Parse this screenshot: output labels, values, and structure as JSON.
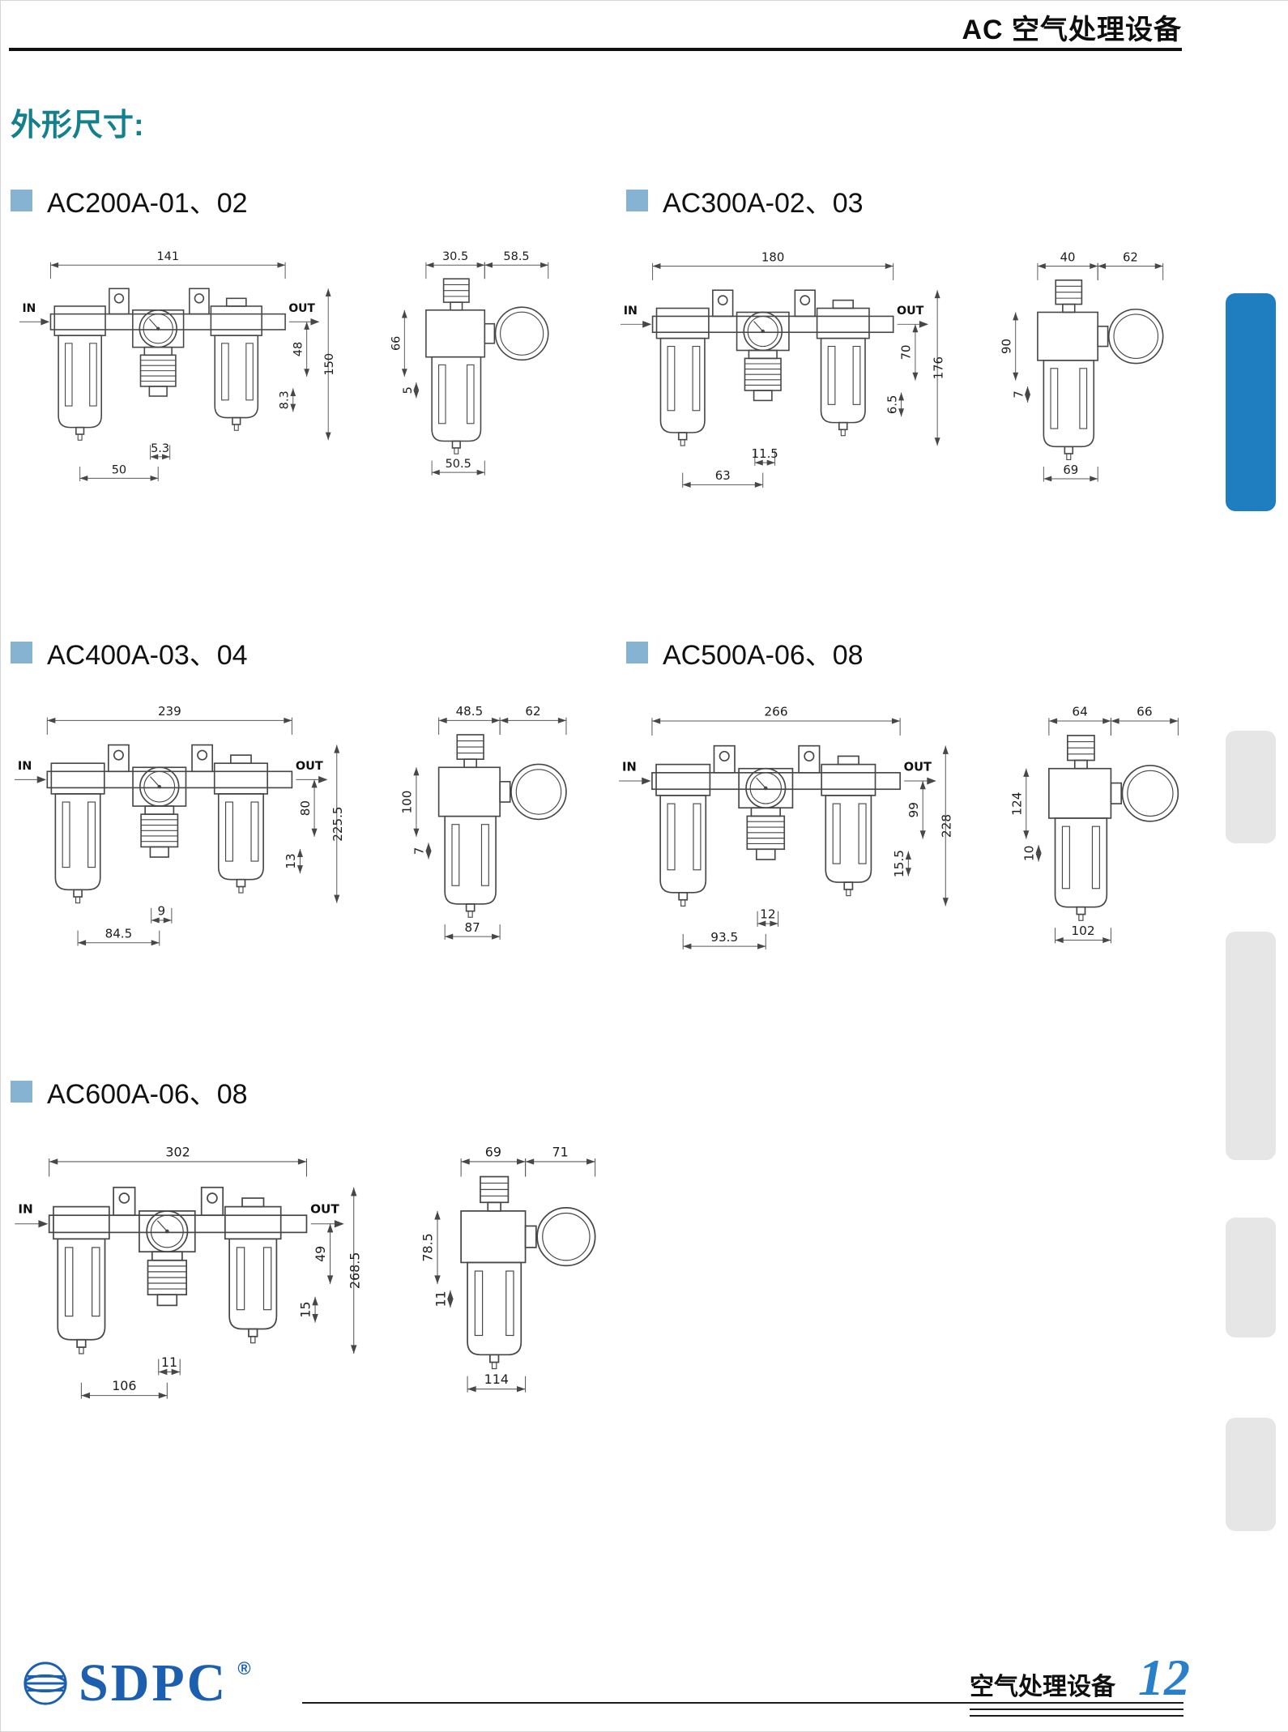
{
  "header": {
    "title": "AC 空气处理设备"
  },
  "page_title": "外形尺寸:",
  "colors": {
    "title_teal": "#15808d",
    "bullet_blue": "#85b3d1",
    "tab_active_blue": "#1e7ec0",
    "tab_inactive_gray": "#e6e6e6",
    "brand_blue": "#1b5fae",
    "page_number_blue": "#2a7fc9",
    "drawing_line": "#474747"
  },
  "sections": [
    {
      "title": "AC200A-01、02",
      "front": {
        "in": "IN",
        "out": "OUT",
        "top_width": "141",
        "out_height": "48",
        "total_height": "150",
        "offset_small": "8.3",
        "bottom_small": "5.3",
        "bottom_width": "50"
      },
      "side": {
        "top_left_width": "30.5",
        "top_right_width": "58.5",
        "left_height": "66",
        "left_small": "5",
        "bottom_width": "50.5"
      }
    },
    {
      "title": "AC300A-02、03",
      "front": {
        "in": "IN",
        "out": "OUT",
        "top_width": "180",
        "out_height": "70",
        "total_height": "176",
        "offset_small": "6.5",
        "bottom_small": "11.5",
        "bottom_width": "63"
      },
      "side": {
        "top_left_width": "40",
        "top_right_width": "62",
        "left_height": "90",
        "left_small": "7",
        "bottom_width": "69"
      }
    },
    {
      "title": "AC400A-03、04",
      "front": {
        "in": "IN",
        "out": "OUT",
        "top_width": "239",
        "out_height": "80",
        "total_height": "225.5",
        "offset_small": "13",
        "bottom_small": "9",
        "bottom_width": "84.5"
      },
      "side": {
        "top_left_width": "48.5",
        "top_right_width": "62",
        "left_height": "100",
        "left_small": "7",
        "bottom_width": "87"
      }
    },
    {
      "title": "AC500A-06、08",
      "front": {
        "in": "IN",
        "out": "OUT",
        "top_width": "266",
        "out_height": "99",
        "total_height": "228",
        "offset_small": "15.5",
        "bottom_small": "12",
        "bottom_width": "93.5"
      },
      "side": {
        "top_left_width": "64",
        "top_right_width": "66",
        "left_height": "124",
        "left_small": "10",
        "bottom_width": "102"
      }
    },
    {
      "title": "AC600A-06、08",
      "front": {
        "in": "IN",
        "out": "OUT",
        "top_width": "302",
        "out_height": "49",
        "total_height": "268.5",
        "offset_small": "15",
        "bottom_small": "11",
        "bottom_width": "106"
      },
      "side": {
        "top_left_width": "69",
        "top_right_width": "71",
        "left_height": "78.5",
        "left_small": "11",
        "bottom_width": "114"
      }
    }
  ],
  "footer": {
    "brand": "SDPC",
    "reg": "®",
    "label": "空气处理设备",
    "page_number": "12"
  }
}
